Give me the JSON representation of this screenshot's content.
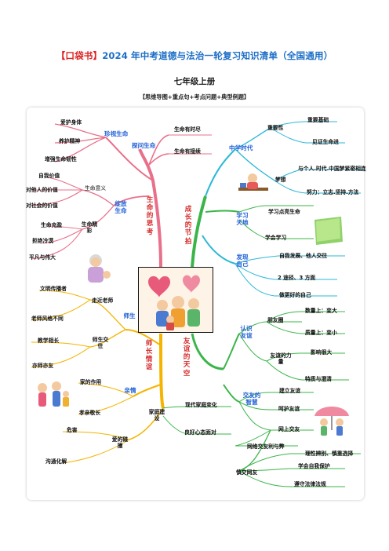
{
  "doc": {
    "title_bracket": "【口袋书】",
    "title_main": "2024 年中考道德与法治一轮复习知识清单（全国通用）",
    "grade": "七年级上册",
    "tagline": "【思维导图+重点句+考点问题+典型例题】"
  },
  "mindmap": {
    "center_left_vertical": "生命的思考",
    "center_right_vertical": "成长的节拍",
    "bottom_left_vertical": "师长情谊",
    "bottom_right_vertical": "友谊的天空",
    "left_top": {
      "branch_zhenshi": "珍视生命",
      "items_zhenshi": [
        "爱护身体",
        "养护精神",
        "增强生命韧性"
      ],
      "branch_tanwen": "探问生命",
      "items_tanwen": [
        "生命有时尽",
        "生命有接续"
      ],
      "branch_zhanfang": "绽放生命",
      "yiyi_label": "生命意义",
      "items_yiyi": [
        "自我价值",
        "对他人的价值",
        "对社会的价值"
      ],
      "jingcai_label": "生命精彩",
      "items_jingcai": [
        "生命充盈",
        "拒绝冷漠",
        "平凡与伟大"
      ]
    },
    "right_top": {
      "branch_zhongxue": "中学时代",
      "zhongyao": "重要性",
      "zhongyao_items": [
        "重要基础",
        "见证生命进"
      ],
      "mengxiang": "梦想",
      "mengxiang_items": [
        "与个人.时代.中国梦紧密相连",
        "努力：立志.坚持.方法"
      ],
      "branch_xuexi": "学习天地",
      "xuexi_items": [
        "学习点亮生命",
        "学会学习"
      ],
      "branch_faxian": "发现自己",
      "faxian_items": [
        "自我发展、他人交往",
        "2 途径、3 方面",
        "做更好的自己"
      ]
    },
    "left_bottom": {
      "branch_shisheng": "师生",
      "zoujin": "走近老师",
      "zoujin_items": [
        "文明传播者",
        "老师风格不同"
      ],
      "jiaowang": "师生交往",
      "jiaowang_items": [
        "教学相长",
        "亦师亦友"
      ],
      "branch_qinqing": "亲情",
      "qinqing_items": [
        "家的作用",
        "孝亲敬长"
      ],
      "branch_jiating": "家庭建设",
      "ai_label": "爱的碰撞",
      "ai_items": [
        "危害",
        "沟通化解"
      ]
    },
    "right_bottom": {
      "branch_renshi": "认识友谊",
      "pengyou": "朋友圈",
      "pengyou_items": [
        "数量上：变大",
        "质量上：变小"
      ],
      "liliang": "友谊的力量",
      "liliang_items": [
        "影响很大",
        "特质与澄清"
      ],
      "branch_jiaoyou": "交友的智慧",
      "jiaoyou_items": [
        "建立友谊",
        "呵护友谊",
        "网上交友"
      ],
      "modern_items": [
        "现代家庭变化",
        "良好心态面对"
      ],
      "wangluo": "网络交友利与弊",
      "shenjiao": "慎交网友",
      "shenjiao_items": [
        "理性辨别、慎重选择",
        "学会自我保护",
        "遵守法律法规"
      ]
    }
  },
  "colors": {
    "title_blue": "#1d6fc7",
    "bracket_red": "#d22222",
    "branch_red": "#d62a2a",
    "branch_blue": "#1f5fd6",
    "green": "#3bb54a",
    "orange": "#f4b400",
    "pink": "#e8708a",
    "cyan": "#2bb8d6"
  }
}
